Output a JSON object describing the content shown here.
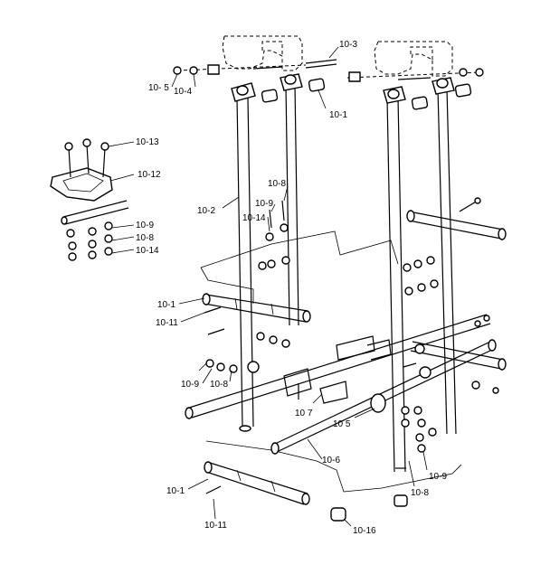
{
  "labels": {
    "l_10_3": "10-3",
    "l_10_5": "10- 5",
    "l_10_4": "10-4",
    "l_10_1_top": "10-1",
    "l_10_13": "10-13",
    "l_10_12": "10-12",
    "l_10_9_inset": "10-9",
    "l_10_8_inset": "10-8",
    "l_10_14_inset": "10-14",
    "l_10_2": "10-2",
    "l_10_8_mid": "10-8",
    "l_10_9_mid": "10-9",
    "l_10_14_mid": "10-14",
    "l_10_1_mid": "10-1",
    "l_10_11_mid": "10-11",
    "l_10_9_low": "10-9",
    "l_10_8_low": "10-8",
    "l_10_7": "10 7",
    "l_10_5_low": "10 5",
    "l_10_6": "10-6",
    "l_10_9_right": "10-9",
    "l_10_8_right": "10-8",
    "l_10_1_bot": "10-1",
    "l_10_11_bot": "10-11",
    "l_10_16": "10-16"
  }
}
